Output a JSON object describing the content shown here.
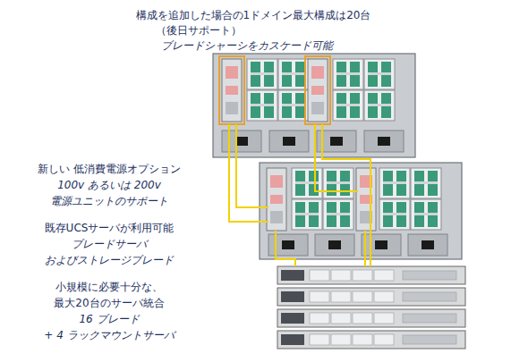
{
  "diagram": {
    "labels": [
      "構成を追加した場合の1ドメイン最大構成は20台",
      "（後日サポート）",
      "ブレードシャーシをカスケード可能",
      "新しい 低消費電源オプション",
      "100v あるいは 200v",
      "電源ユニットのサポート",
      "既存UCSサーバが利用可能",
      "ブレードサーバ",
      "およびストレージブレード",
      "小規模に必要十分な、",
      "最大20台のサーバ統合",
      "16 ブレード",
      "+ 4 ラックマウントサーバ"
    ]
  }
}
